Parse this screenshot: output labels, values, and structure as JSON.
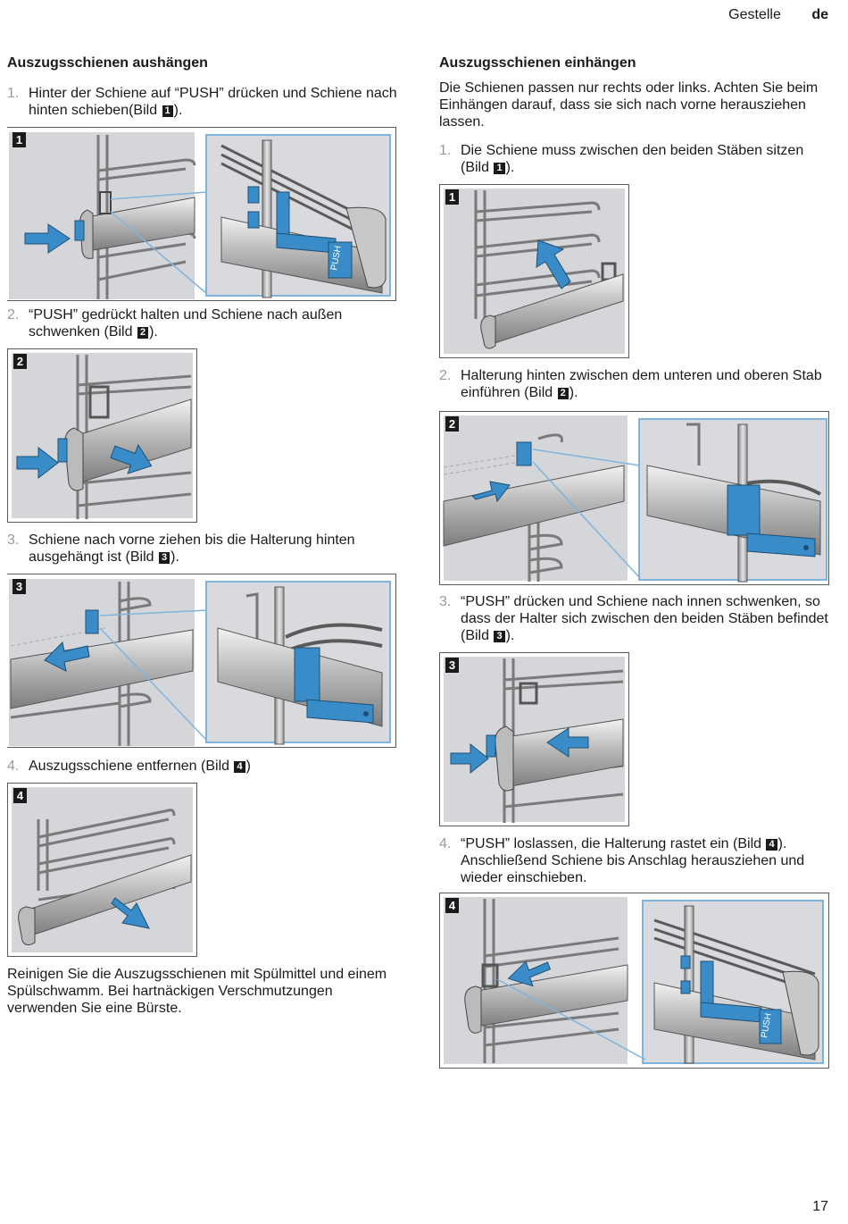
{
  "header": {
    "section": "Gestelle",
    "lang": "de"
  },
  "left": {
    "heading": "Auszugsschienen aushängen",
    "steps": [
      {
        "num": "1.",
        "before": "Hinter der Schiene auf “PUSH” drücken und Schiene nach hinten schieben(Bild ",
        "ref": "1",
        "after": ")."
      },
      {
        "num": "2.",
        "before": "“PUSH” gedrückt halten und Schiene nach außen schwenken (Bild ",
        "ref": "2",
        "after": ")."
      },
      {
        "num": "3.",
        "before": "Schiene nach vorne ziehen bis die Halterung hinten ausgehängt ist (Bild ",
        "ref": "3",
        "after": ")."
      },
      {
        "num": "4.",
        "before": "Auszugsschiene entfernen (Bild ",
        "ref": "4",
        "after": ")"
      }
    ],
    "note": "Reinigen Sie die Auszugsschienen mit Spülmittel und einem Spülschwamm. Bei hartnäckigen Verschmutzungen verwenden Sie eine Bürste."
  },
  "right": {
    "heading": "Auszugsschienen einhängen",
    "intro": "Die Schienen passen nur rechts oder links. Achten Sie beim Einhängen darauf, dass sie sich nach vorne herausziehen lassen.",
    "steps": [
      {
        "num": "1.",
        "before": "Die Schiene muss zwischen den beiden Stäben sitzen (Bild ",
        "ref": "1",
        "after": ")."
      },
      {
        "num": "2.",
        "before": "Halterung hinten zwischen dem unteren und oberen Stab einführen (Bild ",
        "ref": "2",
        "after": ")."
      },
      {
        "num": "3.",
        "before": "“PUSH” drücken und Schiene nach innen schwenken, so dass der Halter sich zwischen den beiden Stäben befindet (Bild ",
        "ref": "3",
        "after": ")."
      },
      {
        "num": "4.",
        "before": "“PUSH” loslassen, die Halterung rastet ein (Bild ",
        "ref": "4",
        "after": "). Anschließend Schiene bis Anschlag herausziehen und wieder einschieben."
      }
    ]
  },
  "figures": {
    "push": "PUSH",
    "left": [
      "1",
      "2",
      "3",
      "4"
    ],
    "right": [
      "1",
      "2",
      "3",
      "4"
    ]
  },
  "colors": {
    "accent": "#3a8cc8",
    "panel": "#d5d6d9",
    "inset_border": "#7fb4dc"
  },
  "page_number": "17"
}
